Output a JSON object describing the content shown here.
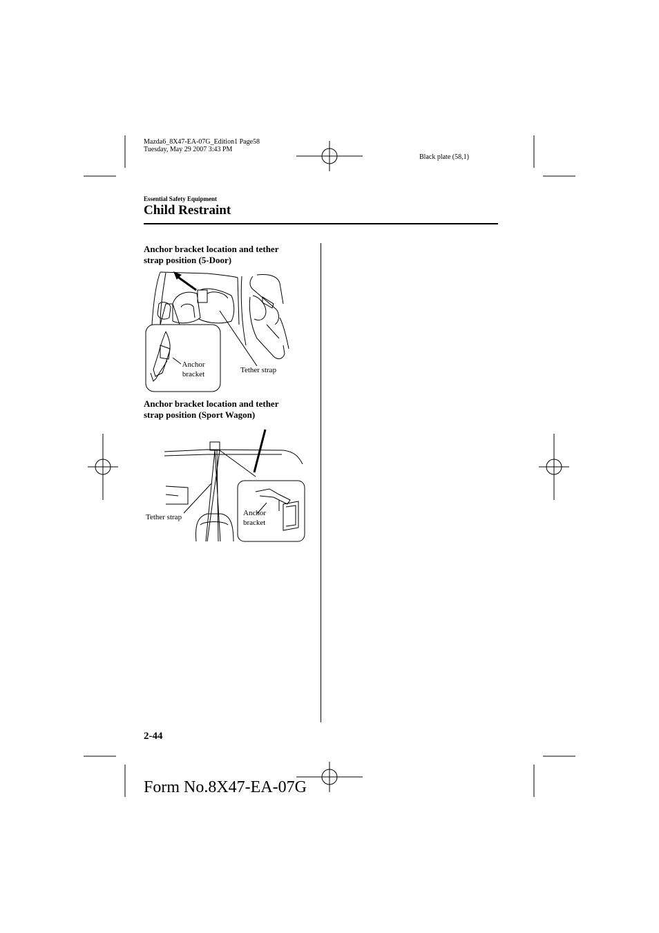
{
  "header": {
    "file_line": "Mazda6_8X47-EA-07G_Edition1 Page58",
    "date_line": "Tuesday, May 29 2007 3:43 PM",
    "plate": "Black plate (58,1)"
  },
  "page": {
    "section": "Essential Safety Equipment",
    "title": "Child Restraint",
    "page_number": "2-44",
    "form_number": "Form No.8X47-EA-07G"
  },
  "figure1": {
    "caption_line1": "Anchor bracket location and tether",
    "caption_line2": "strap position (5-Door)",
    "anchor_label_line1": "Anchor",
    "anchor_label_line2": "bracket",
    "tether_label": "Tether strap"
  },
  "figure2": {
    "caption_line1": "Anchor bracket location and tether",
    "caption_line2": "strap position (Sport Wagon)",
    "tether_label": "Tether strap",
    "anchor_label_line1": "Anchor",
    "anchor_label_line2": "bracket"
  }
}
